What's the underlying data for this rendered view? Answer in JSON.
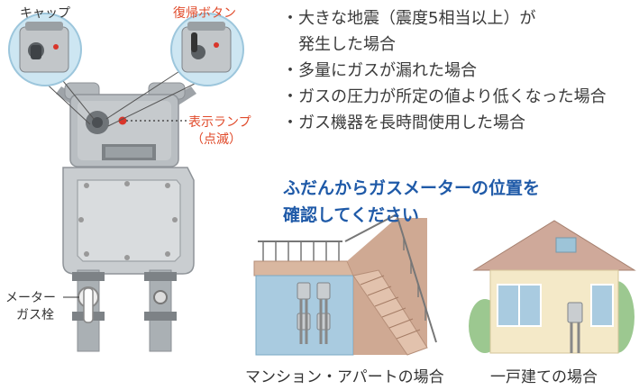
{
  "labels": {
    "cap": "キャップ",
    "reset_button": "復帰ボタン",
    "lamp_line1": "表示ランプ",
    "lamp_line2": "（点滅）",
    "valve_line1": "メーター",
    "valve_line2": "ガス栓"
  },
  "conditions": [
    "・大きな地震（震度5相当以上）が",
    "　発生した場合",
    "・多量にガスが漏れた場合",
    "・ガスの圧力が所定の値より低くなった場合",
    "・ガス機器を長時間使用した場合"
  ],
  "message": {
    "line1": "ふだんからガスメーターの位置を",
    "line2": "確認してください"
  },
  "captions": {
    "mansion": "マンション・アパートの場合",
    "house": "一戸建ての場合"
  },
  "colors": {
    "accent_red": "#e04a2a",
    "message_blue": "#1f5aa8",
    "meter_gray": "#a9aeb3",
    "zoom_blue": "#cde6f2"
  }
}
